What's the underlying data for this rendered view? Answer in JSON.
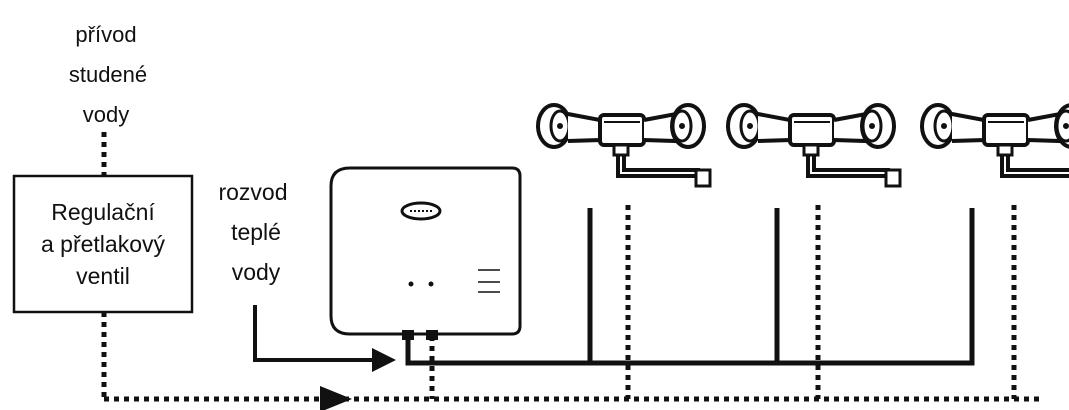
{
  "labels": {
    "supply_line1": "přívod",
    "supply_line2": "studené",
    "supply_line3": "vody",
    "valve_line1": "Regulační",
    "valve_line2": "a přetlakový",
    "valve_line3": "ventil",
    "dist_line1": "rozvod",
    "dist_line2": "teplé",
    "dist_line3": "vody"
  },
  "components": {
    "valve_box": "regulating-and-pressure-valve",
    "water_heater": "water-heater",
    "faucets": [
      "faucet-1",
      "faucet-2",
      "faucet-3"
    ]
  },
  "colors": {
    "ink": "#111111",
    "paper": "#ffffff"
  }
}
